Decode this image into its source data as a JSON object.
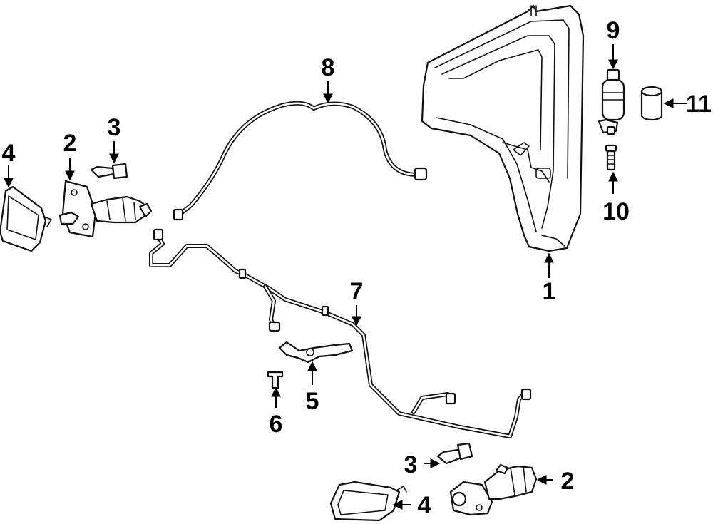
{
  "callouts": [
    {
      "id": "c1",
      "label": "1"
    },
    {
      "id": "c2a",
      "label": "2"
    },
    {
      "id": "c2b",
      "label": "2"
    },
    {
      "id": "c3a",
      "label": "3"
    },
    {
      "id": "c3b",
      "label": "3"
    },
    {
      "id": "c4a",
      "label": "4"
    },
    {
      "id": "c4b",
      "label": "4"
    },
    {
      "id": "c5",
      "label": "5"
    },
    {
      "id": "c6",
      "label": "6"
    },
    {
      "id": "c7",
      "label": "7"
    },
    {
      "id": "c8",
      "label": "8"
    },
    {
      "id": "c9",
      "label": "9"
    },
    {
      "id": "c10",
      "label": "10"
    },
    {
      "id": "c11",
      "label": "11"
    }
  ]
}
